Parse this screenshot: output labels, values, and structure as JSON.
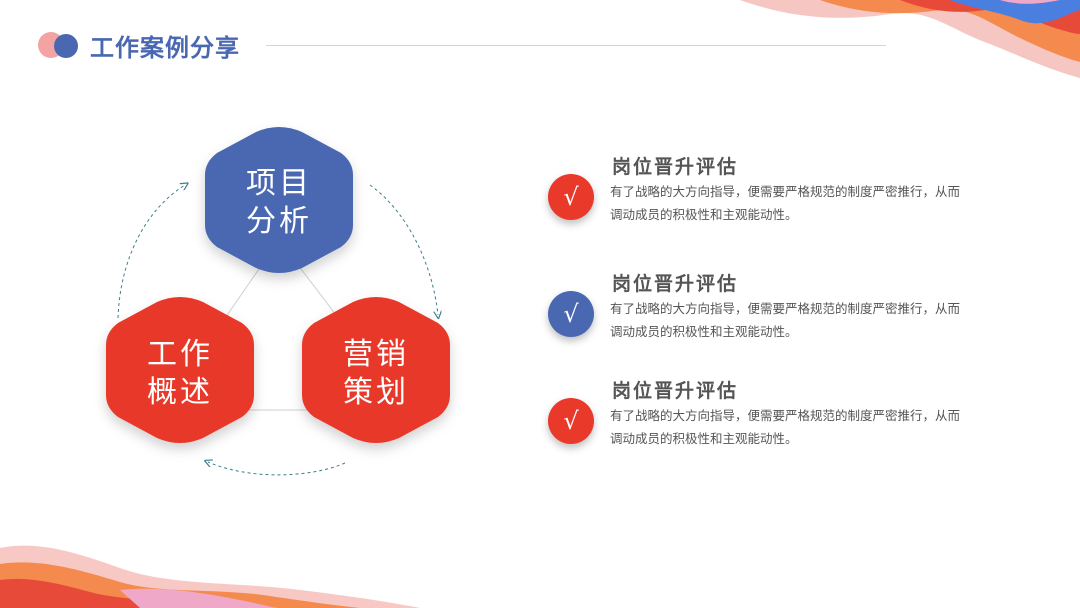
{
  "header": {
    "title": "工作案例分享"
  },
  "diagram": {
    "hexagons": [
      {
        "name": "project-analysis",
        "line1": "项目",
        "line2": "分析",
        "color": "#4a67b1"
      },
      {
        "name": "work-overview",
        "line1": "工作",
        "line2": "概述",
        "color": "#e8392b"
      },
      {
        "name": "marketing-planning",
        "line1": "营销",
        "line2": "策划",
        "color": "#e8392b"
      }
    ]
  },
  "items": [
    {
      "title": "岗位晋升评估",
      "desc": "有了战略的大方向指导，便需要严格规范的制度严密推行，从而调动成员的积极性和主观能动性。",
      "badge": "√",
      "badge_color": "#e8392b"
    },
    {
      "title": "岗位晋升评估",
      "desc": "有了战略的大方向指导，便需要严格规范的制度严密推行，从而调动成员的积极性和主观能动性。",
      "badge": "√",
      "badge_color": "#4a67b1"
    },
    {
      "title": "岗位晋升评估",
      "desc": "有了战略的大方向指导，便需要严格规范的制度严密推行，从而调动成员的积极性和主观能动性。",
      "badge": "√",
      "badge_color": "#e8392b"
    }
  ],
  "colors": {
    "accent_blue": "#4a67b1",
    "accent_red": "#e8392b",
    "accent_pink": "#f4a3a3"
  }
}
